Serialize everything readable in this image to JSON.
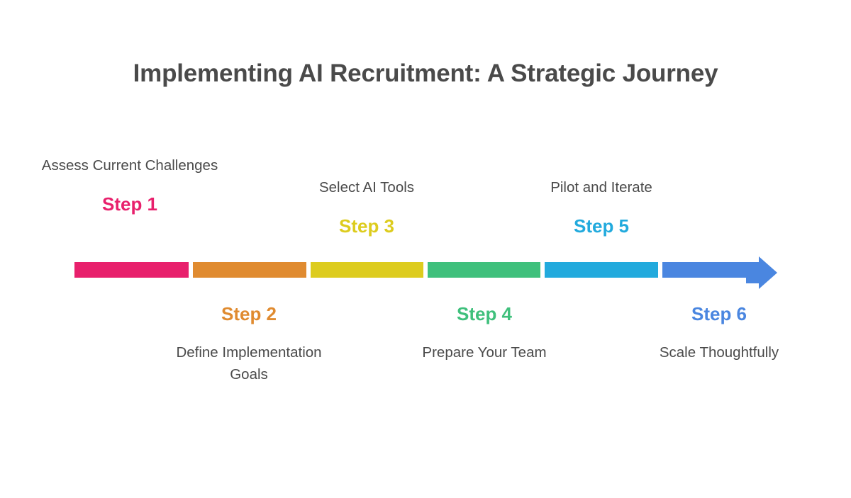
{
  "title": "Implementing AI Recruitment: A Strategic Journey",
  "background_color": "#ffffff",
  "title_color": "#4a4a4a",
  "description_color": "#4a4a4a",
  "chart_data": {
    "type": "timeline",
    "title": "Implementing AI Recruitment: A Strategic Journey",
    "orientation": "horizontal",
    "arrow_direction": "right",
    "step_count": 6,
    "steps": [
      {
        "number": "Step 1",
        "description": "Assess Current Challenges",
        "color": "#e8206c",
        "position": "above",
        "segment_index": 0
      },
      {
        "number": "Step 2",
        "description": "Define Implementation Goals",
        "color": "#e08b30",
        "position": "below",
        "segment_index": 1
      },
      {
        "number": "Step 3",
        "description": "Select AI Tools",
        "color": "#ddcc1e",
        "position": "above",
        "segment_index": 2
      },
      {
        "number": "Step 4",
        "description": "Prepare Your Team",
        "color": "#3fc07c",
        "position": "below",
        "segment_index": 3
      },
      {
        "number": "Step 5",
        "description": "Pilot and Iterate",
        "color": "#22aadd",
        "position": "above",
        "segment_index": 4
      },
      {
        "number": "Step 6",
        "description": "Scale Thoughtfully",
        "color": "#4a86e0",
        "position": "below",
        "segment_index": 5
      }
    ]
  }
}
